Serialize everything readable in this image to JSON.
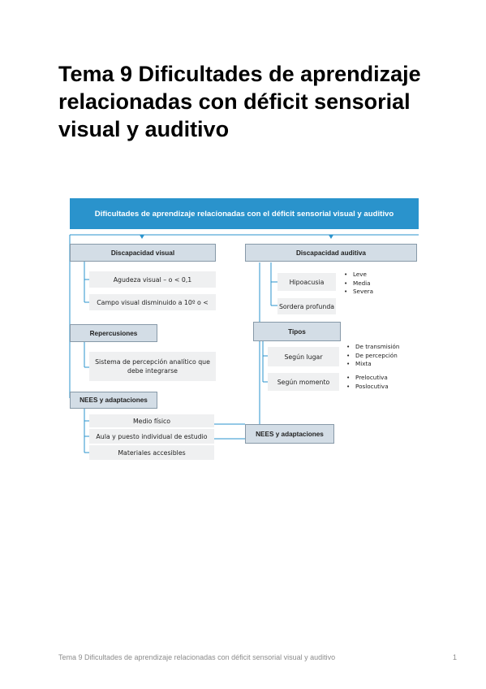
{
  "page": {
    "title": "Tema 9 Dificultades de aprendizaje relacionadas con déficit sensorial visual y auditivo"
  },
  "diagram": {
    "header": "Dificultades de aprendizaje relacionadas con el déficit sensorial visual y auditivo",
    "visual": {
      "label": "Discapacidad visual",
      "items": [
        "Agudeza visual – o < 0,1",
        "Campo visual disminuido a 10º o <"
      ]
    },
    "repercusiones": {
      "label": "Repercusiones",
      "items": [
        "Sistema de percepción analítico que debe integrarse"
      ]
    },
    "nees_visual": {
      "label": "NEES y adaptaciones",
      "items": [
        "Medio físico",
        "Aula y puesto individual de estudio",
        "Materiales accesibles"
      ]
    },
    "auditiva": {
      "label": "Discapacidad auditiva",
      "hipoacusia": {
        "label": "Hipoacusia",
        "bullets": [
          "Leve",
          "Media",
          "Severa"
        ]
      },
      "sordera": "Sordera profunda",
      "tipos": {
        "label": "Tipos",
        "segun_lugar": {
          "label": "Según lugar",
          "bullets": [
            "De transmisión",
            "De percepción",
            "Mixta"
          ]
        },
        "segun_momento": {
          "label": "Según momento",
          "bullets": [
            "Prelocutiva",
            "Poslocutiva"
          ]
        }
      },
      "nees": "NEES y adaptaciones"
    }
  },
  "footer": {
    "text": "Tema 9 Dificultades de aprendizaje relacionadas con déficit sensorial visual y auditivo",
    "page_number": "1"
  },
  "colors": {
    "header_bg": "#2a93cc",
    "connector": "#2a93cc",
    "category_box": "#d3dde6",
    "leaf_box": "#eff0f1",
    "footer_text": "#8c8c8c"
  }
}
